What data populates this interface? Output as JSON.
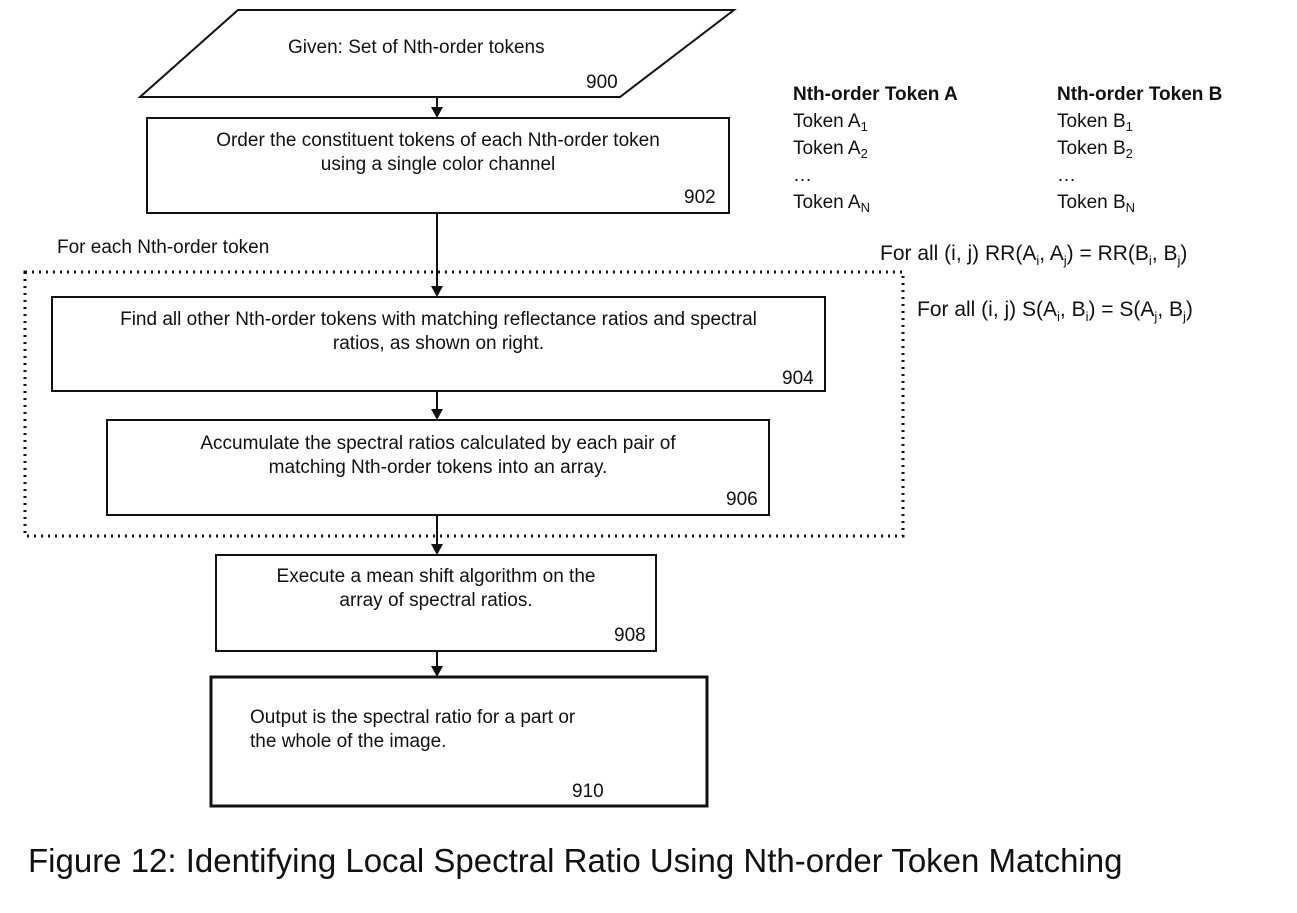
{
  "flowchart": {
    "step_900": {
      "text": "Given: Set of Nth-order tokens",
      "ref": "900"
    },
    "step_902": {
      "line1": "Order the constituent tokens of each Nth-order token",
      "line2": "using a single color channel",
      "ref": "902"
    },
    "loop_label": "For each Nth-order token",
    "step_904": {
      "line1": "Find all other Nth-order tokens with matching reflectance ratios and spectral",
      "line2": "ratios, as shown on right.",
      "ref": "904"
    },
    "step_906": {
      "line1": "Accumulate the spectral ratios calculated by each pair of",
      "line2": "matching Nth-order tokens into an array.",
      "ref": "906"
    },
    "step_908": {
      "line1": "Execute a mean shift algorithm on the",
      "line2": "array of spectral ratios.",
      "ref": "908"
    },
    "step_910": {
      "line1": "Output is the spectral ratio for a part or",
      "line2": "the whole of the image.",
      "ref": "910"
    }
  },
  "tokens": {
    "a": {
      "header": "Nth-order Token A",
      "row1": {
        "base": "Token A",
        "sub": "1"
      },
      "row2": {
        "base": "Token A",
        "sub": "2"
      },
      "ellipsis": "…",
      "rowN": {
        "base": "Token A",
        "sub": "N"
      }
    },
    "b": {
      "header": "Nth-order Token B",
      "row1": {
        "base": "Token B",
        "sub": "1"
      },
      "row2": {
        "base": "Token B",
        "sub": "2"
      },
      "ellipsis": "…",
      "rowN": {
        "base": "Token B",
        "sub": "N"
      }
    }
  },
  "formulas": {
    "rr": {
      "p1": "For all (i, j) RR(A",
      "s1": "i",
      "p2": ", A",
      "s2": "j",
      "p3": ") = RR(B",
      "s3": "i",
      "p4": ", B",
      "s4": "j",
      "p5": ")"
    },
    "s": {
      "p1": "For all (i, j) S(A",
      "s1": "i",
      "p2": ", B",
      "s2": "i",
      "p3": ") = S(A",
      "s3": "j",
      "p4": ", B",
      "s4": "j",
      "p5": ")"
    }
  },
  "caption": "Figure 12: Identifying Local Spectral Ratio Using Nth-order Token Matching"
}
